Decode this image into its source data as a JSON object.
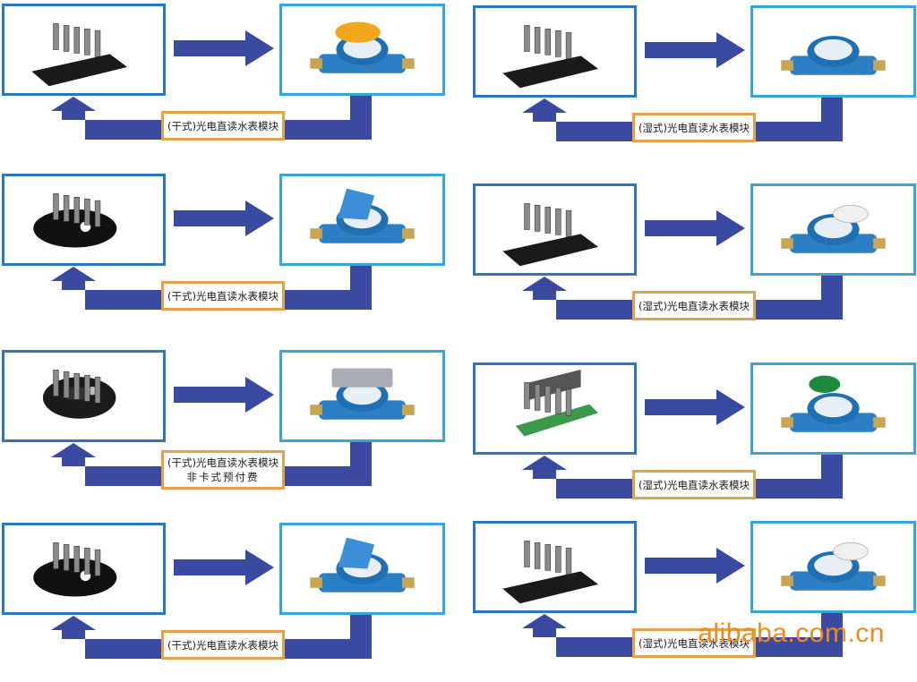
{
  "flows": [
    {
      "label": "(干式)光电直读水表模块",
      "sublabel": ""
    },
    {
      "label": "(干式)光电直读水表模块",
      "sublabel": ""
    },
    {
      "label": "(干式)光电直读水表模块",
      "sublabel": "非卡式预付费"
    },
    {
      "label": "(干式)光电直读水表模块",
      "sublabel": ""
    },
    {
      "label": "(湿式)光电直读水表模块",
      "sublabel": ""
    },
    {
      "label": "(湿式)光电直读水表模块",
      "sublabel": ""
    },
    {
      "label": "(湿式)光电直读水表模块",
      "sublabel": ""
    },
    {
      "label": "(湿式)光电直读水表模块",
      "sublabel": ""
    }
  ],
  "watermark": "alibaba.com.cn",
  "colors": {
    "arrow": "#3a4aa0",
    "module_border": "#2b76bd",
    "meter_border": "#38a4d9",
    "label_border": "#e5a04a",
    "watermark": "#f08a1c"
  }
}
